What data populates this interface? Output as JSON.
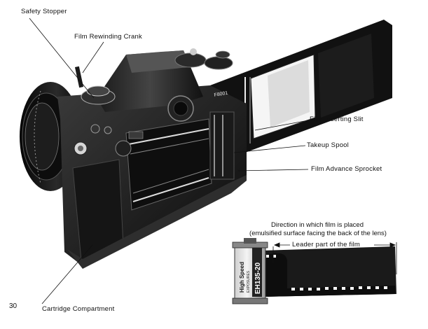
{
  "labels": {
    "safety_stopper": "Safety Stopper",
    "film_rewinding_crank": "Film Rewinding Crank",
    "film_inserting_slit": "Film Inserting Slit",
    "takeup_spool": "Takeup Spool",
    "film_advance_sprocket": "Film Advance Sprocket",
    "cartridge_compartment": "Cartridge Compartment"
  },
  "film_diagram": {
    "caption_line1": "Direction in which film is placed",
    "caption_line2": "(emulsified surface facing the back of the lens)",
    "leader_label": "Leader part of the film",
    "cartridge_brand": "EH135-20",
    "cartridge_text": "High Speed",
    "cartridge_subtext": "EXPOSURES"
  },
  "camera": {
    "serial_marking": "F8001"
  },
  "page": {
    "number": "30"
  }
}
